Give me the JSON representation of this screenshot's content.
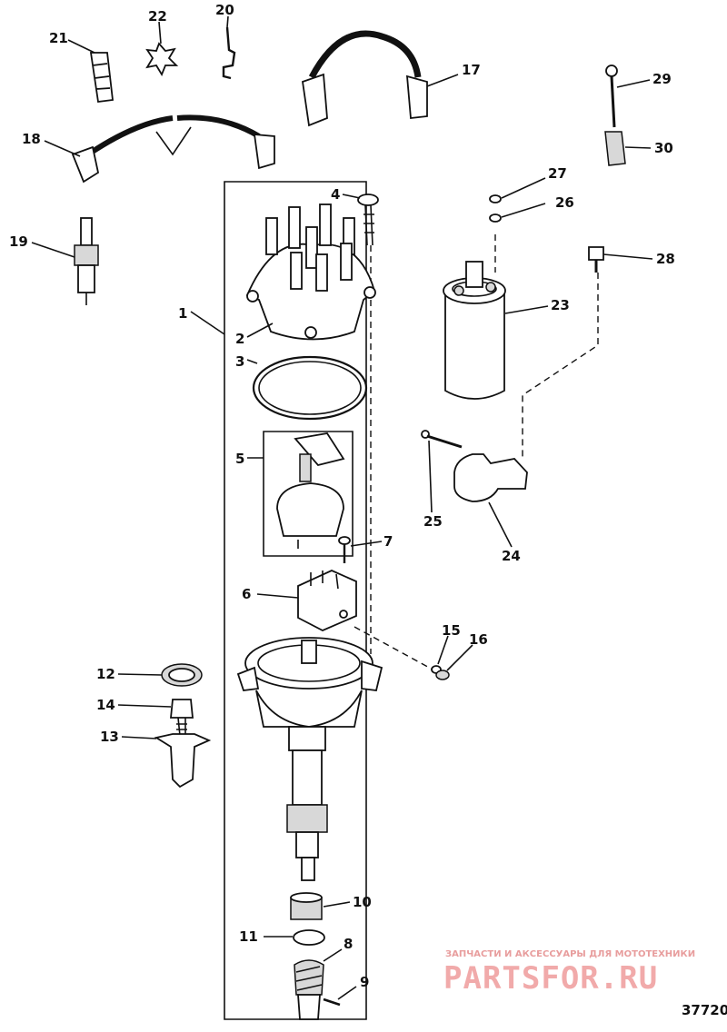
{
  "callouts": [
    "1",
    "2",
    "3",
    "4",
    "5",
    "6",
    "7",
    "8",
    "9",
    "10",
    "11",
    "12",
    "13",
    "14",
    "15",
    "16",
    "17",
    "18",
    "19",
    "20",
    "21",
    "22",
    "23",
    "24",
    "25",
    "26",
    "27",
    "28",
    "29",
    "30"
  ],
  "watermark": {
    "tagline": "ЗАПЧАСТИ И АКСЕССУАРЫ ДЛЯ МОТОТЕХНИКИ",
    "brand": "PARTSFOR.RU"
  },
  "reference_number": "37720"
}
